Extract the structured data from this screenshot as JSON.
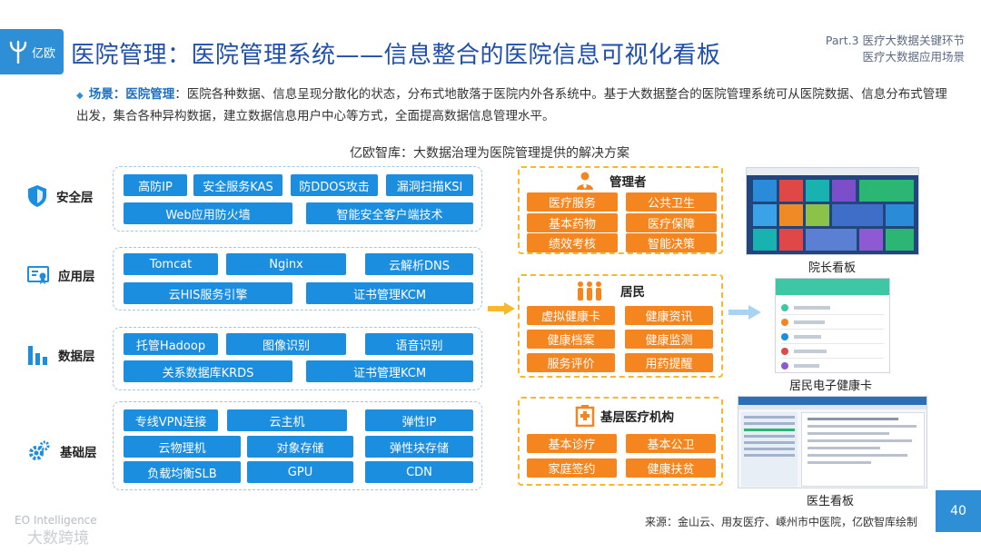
{
  "brand": {
    "logo_text": "亿欧"
  },
  "title": "医院管理：医院管理系统——信息整合的医院信息可视化看板",
  "part": {
    "line1": "Part.3 医疗大数据关键环节",
    "line2": "医疗大数据应用场景"
  },
  "description": {
    "prefix": "场景：",
    "keyword": "医院管理",
    "sep": "：",
    "text": "医院各种数据、信息呈现分散化的状态，分布式地散落于医院内外各系统中。基于大数据整合的医院管理系统可从医院数据、信息分布式管理出发，集合各种异构数据，建立数据信息用户中心等方式，全面提高数据信息管理水平。"
  },
  "diagram_title": "亿欧智库：大数据治理为医院管理提供的解决方案",
  "layers": {
    "security": {
      "label": "安全层",
      "items": [
        "高防IP",
        "安全服务KAS",
        "防DDOS攻击",
        "漏洞扫描KSI",
        "Web应用防火墙",
        "智能安全客户端技术"
      ]
    },
    "application": {
      "label": "应用层",
      "items": [
        "Tomcat",
        "Nginx",
        "云解析DNS",
        "云HIS服务引擎",
        "证书管理KCM"
      ]
    },
    "data": {
      "label": "数据层",
      "items": [
        "托管Hadoop",
        "图像识别",
        "语音识别",
        "关系数据库KRDS",
        "证书管理KCM"
      ]
    },
    "base": {
      "label": "基础层",
      "items": [
        "专线VPN连接",
        "云主机",
        "弹性IP",
        "云物理机",
        "对象存储",
        "弹性块存储",
        "负载均衡SLB",
        "GPU",
        "CDN"
      ]
    }
  },
  "groups": {
    "manager": {
      "label": "管理者",
      "items": [
        "医疗服务",
        "公共卫生",
        "基本药物",
        "医疗保障",
        "绩效考核",
        "智能决策"
      ]
    },
    "resident": {
      "label": "居民",
      "items": [
        "虚拟健康卡",
        "健康资讯",
        "健康档案",
        "健康监测",
        "服务评价",
        "用药提醒"
      ]
    },
    "primary": {
      "label": "基层医疗机构",
      "items": [
        "基本诊疗",
        "基本公卫",
        "家庭签约",
        "健康扶贫"
      ]
    }
  },
  "thumbnails": {
    "dean": "院长看板",
    "resident_card": "居民电子健康卡",
    "doctor": "医生看板"
  },
  "footer": {
    "source": "来源：金山云、用友医疗、嵊州市中医院，亿欧智库绘制",
    "page": "40",
    "watermark_en": "EO Intelligence",
    "watermark_cn": "大数跨境"
  },
  "colors": {
    "blue": "#1b8ee0",
    "orange": "#f5861f",
    "title": "#1f4fa8",
    "dash_blue": "#9fc7ec",
    "dash_orange": "#f6b92b"
  }
}
